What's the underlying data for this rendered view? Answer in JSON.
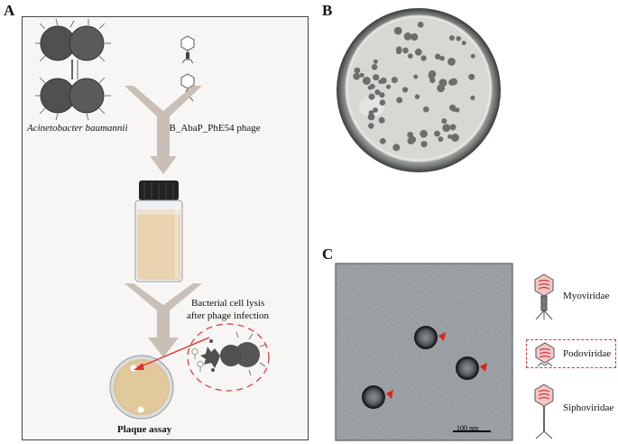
{
  "panels": {
    "a": {
      "letter": "A"
    },
    "b": {
      "letter": "B"
    },
    "c": {
      "letter": "C"
    }
  },
  "panel_a": {
    "bacteria_label": "Acinetobacter baumannii",
    "phage_label": "vB_AbaP_PhE54 phage",
    "lysis_label_line1": "Bacterial cell lysis",
    "lysis_label_line2": "after phage infection",
    "assay_label": "Plaque assay"
  },
  "panel_c": {
    "scale_bar_label": "100 nm",
    "families": [
      {
        "name": "Myoviridae",
        "highlighted": false
      },
      {
        "name": "Podoviridae",
        "highlighted": true
      },
      {
        "name": "Siphoviridae",
        "highlighted": false
      }
    ]
  },
  "colors": {
    "arrow": "#c9bfb6",
    "bacteria": "#505050",
    "highlight": "#e03030",
    "medium": "#e8d2b0",
    "plate_agar": "#ddd9d0",
    "plaque": "#6b6e6d"
  }
}
